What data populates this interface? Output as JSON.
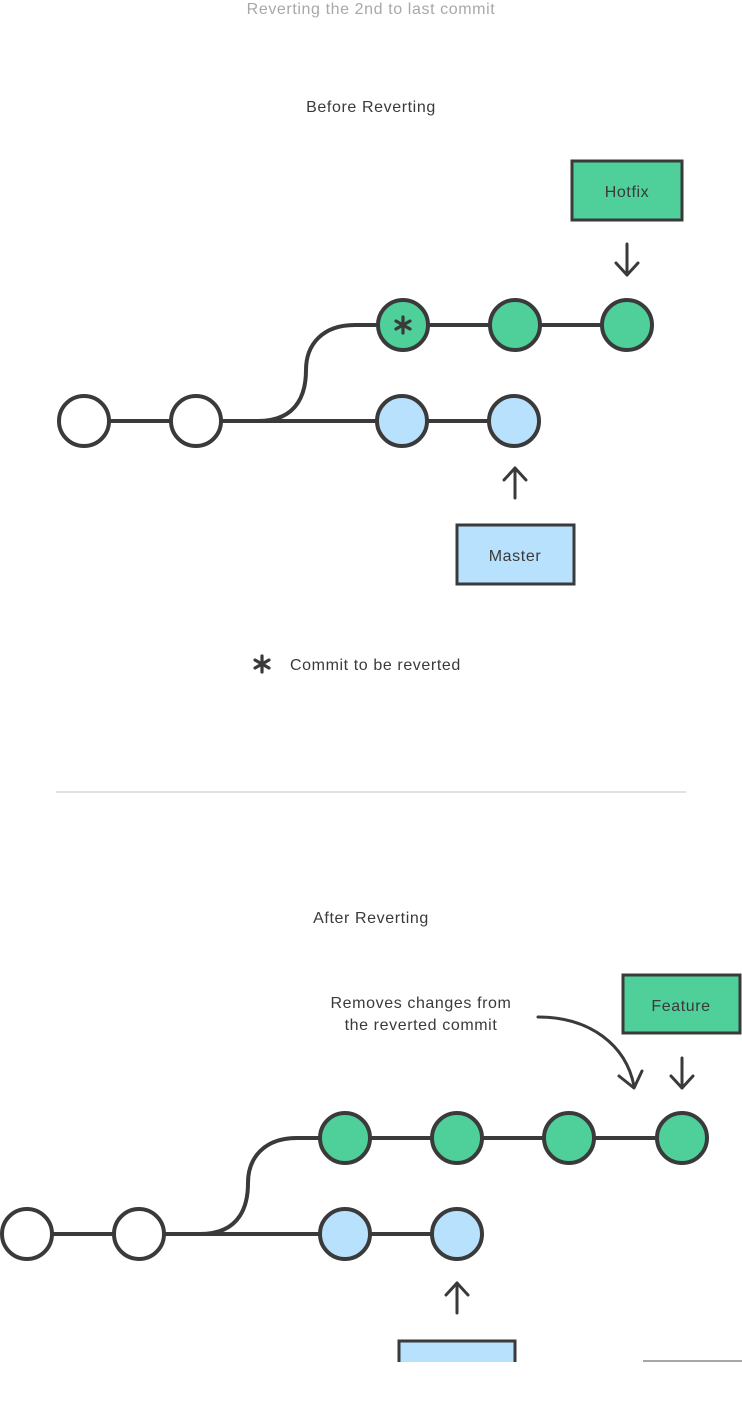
{
  "top_caption": "Reverting the 2nd to last commit",
  "before": {
    "title": "Before Reverting",
    "hotfix_label": "Hotfix",
    "master_label": "Master",
    "legend_text": "Commit to be reverted"
  },
  "after": {
    "title": "After Reverting",
    "feature_label": "Feature",
    "annotation_line1": "Removes changes from",
    "annotation_line2": "the reverted commit"
  },
  "colors": {
    "green": "#4fcf99",
    "blue": "#b8e1fd",
    "stroke": "#3a3a3a",
    "text": "#3a3a3a",
    "caption": "#a8a8a8",
    "divider": "#d8d8d8"
  }
}
